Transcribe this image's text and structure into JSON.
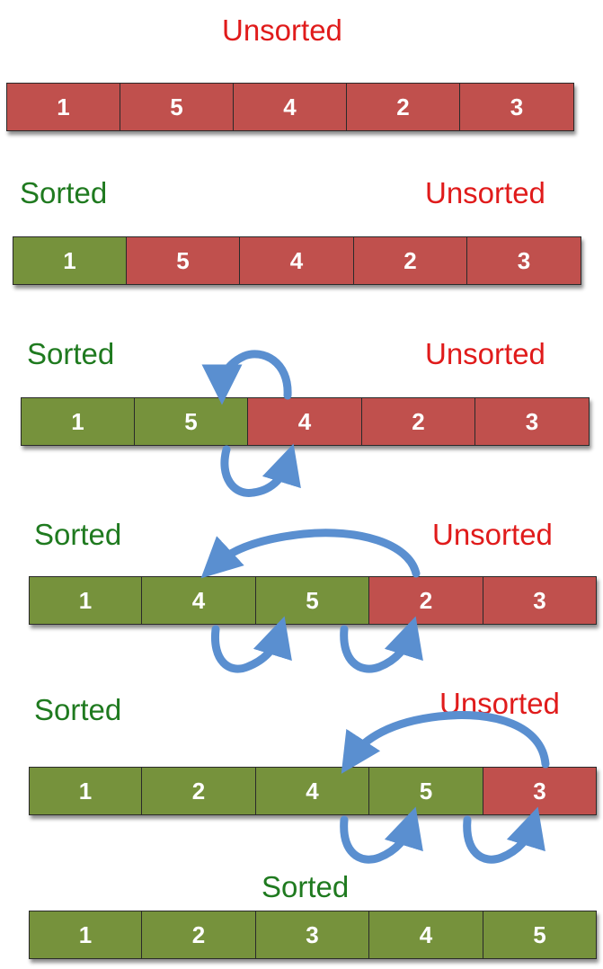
{
  "colors": {
    "sorted": "#76923c",
    "unsorted": "#c0504d",
    "sorted_text": "#1f7a1f",
    "unsorted_text": "#e01b1b",
    "arrow": "#5a8fd0"
  },
  "steps": [
    {
      "labels": {
        "unsorted": "Unsorted"
      },
      "cells": [
        {
          "v": "1",
          "s": "unsorted"
        },
        {
          "v": "5",
          "s": "unsorted"
        },
        {
          "v": "4",
          "s": "unsorted"
        },
        {
          "v": "2",
          "s": "unsorted"
        },
        {
          "v": "3",
          "s": "unsorted"
        }
      ]
    },
    {
      "labels": {
        "sorted": "Sorted",
        "unsorted": "Unsorted"
      },
      "cells": [
        {
          "v": "1",
          "s": "sorted"
        },
        {
          "v": "5",
          "s": "unsorted"
        },
        {
          "v": "4",
          "s": "unsorted"
        },
        {
          "v": "2",
          "s": "unsorted"
        },
        {
          "v": "3",
          "s": "unsorted"
        }
      ]
    },
    {
      "labels": {
        "sorted": "Sorted",
        "unsorted": "Unsorted"
      },
      "cells": [
        {
          "v": "1",
          "s": "sorted"
        },
        {
          "v": "5",
          "s": "sorted"
        },
        {
          "v": "4",
          "s": "unsorted"
        },
        {
          "v": "2",
          "s": "unsorted"
        },
        {
          "v": "3",
          "s": "unsorted"
        }
      ]
    },
    {
      "labels": {
        "sorted": "Sorted",
        "unsorted": "Unsorted"
      },
      "cells": [
        {
          "v": "1",
          "s": "sorted"
        },
        {
          "v": "4",
          "s": "sorted"
        },
        {
          "v": "5",
          "s": "sorted"
        },
        {
          "v": "2",
          "s": "unsorted"
        },
        {
          "v": "3",
          "s": "unsorted"
        }
      ]
    },
    {
      "labels": {
        "sorted": "Sorted",
        "unsorted": "Unsorted"
      },
      "cells": [
        {
          "v": "1",
          "s": "sorted"
        },
        {
          "v": "2",
          "s": "sorted"
        },
        {
          "v": "4",
          "s": "sorted"
        },
        {
          "v": "5",
          "s": "sorted"
        },
        {
          "v": "3",
          "s": "unsorted"
        }
      ]
    },
    {
      "labels": {
        "sorted": "Sorted"
      },
      "cells": [
        {
          "v": "1",
          "s": "sorted"
        },
        {
          "v": "2",
          "s": "sorted"
        },
        {
          "v": "3",
          "s": "sorted"
        },
        {
          "v": "4",
          "s": "sorted"
        },
        {
          "v": "5",
          "s": "sorted"
        }
      ]
    }
  ]
}
